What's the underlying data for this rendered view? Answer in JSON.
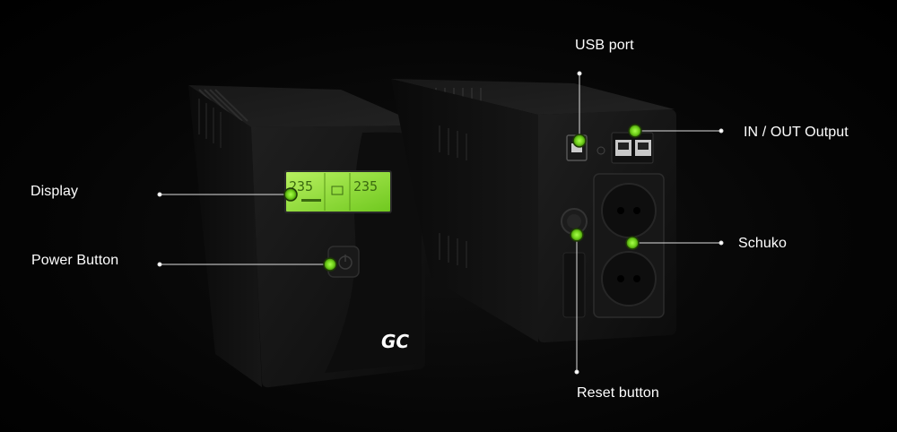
{
  "labels": {
    "display": "Display",
    "power_button": "Power Button",
    "usb_port": "USB port",
    "in_out_output": "IN / OUT Output",
    "schuko": "Schuko",
    "reset_button": "Reset button"
  },
  "device": {
    "logo": "GC",
    "lcd_left": "235",
    "lcd_right": "235"
  },
  "colors": {
    "accent_green": "#7ed321",
    "lcd_green": "#9ee84a",
    "body_dark": "#141414",
    "background": "#000000",
    "line": "#dddddd"
  }
}
